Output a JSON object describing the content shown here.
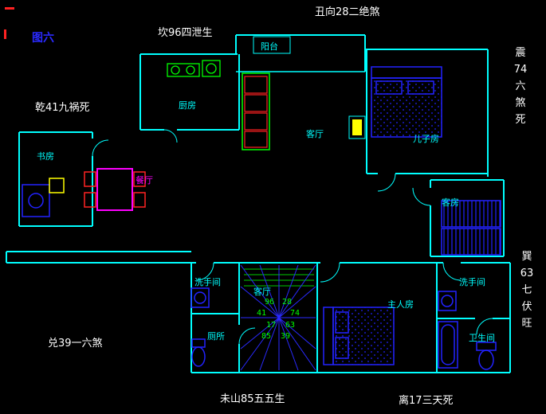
{
  "figure_label": "图六",
  "annotations": {
    "kan": "坎96四泄生",
    "chou": "丑向28二绝煞",
    "qian": "乾41九祸死",
    "dui": "兑39一六煞",
    "wei": "未山85五五生",
    "li": "离17三天死",
    "zhen": [
      "震",
      "74",
      "六",
      "煞",
      "死"
    ],
    "xun": [
      "巽",
      "63",
      "七",
      "伏",
      "旺"
    ]
  },
  "rooms": {
    "balcony": "阳台",
    "kitchen": "厨房",
    "living": "客厅",
    "son": "儿子房",
    "study": "书房",
    "dining": "餐厅",
    "guest": "客房",
    "washroom_left": "洗手间",
    "stair_hall": "客厅",
    "toilet": "厕所",
    "master": "主人房",
    "washroom_right": "洗手间",
    "bathroom": "卫生间"
  },
  "compass": {
    "n1": "96",
    "n2": "28",
    "n3": "41",
    "n4": "74",
    "n5": "17",
    "n6": "63",
    "n7": "85",
    "n8": "39"
  },
  "colors": {
    "bg": "#000000",
    "wall": "#00ffff",
    "furniture": "#2222ff",
    "green": "#00ff00",
    "magenta": "#ff00ff",
    "red": "#ff2222",
    "yellow": "#ffff00",
    "white": "#ffffff",
    "title_blue": "#2a2aff"
  }
}
